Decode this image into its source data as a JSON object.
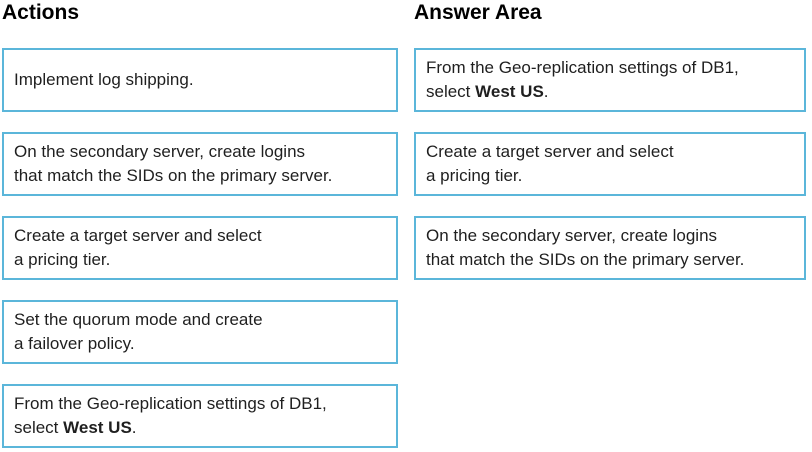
{
  "page": {
    "background_color": "#ffffff",
    "card_border_color": "#5bb6da",
    "text_color": "#1f1f1f",
    "title_color": "#000000"
  },
  "actions": {
    "title": "Actions",
    "cards": [
      {
        "name": "action-card-implement-log-shipping",
        "lines": [
          [
            {
              "text": "Implement log shipping."
            }
          ]
        ]
      },
      {
        "name": "action-card-create-logins",
        "lines": [
          [
            {
              "text": "On the secondary server, create logins"
            }
          ],
          [
            {
              "text": "that match the SIDs on the primary server."
            }
          ]
        ]
      },
      {
        "name": "action-card-create-target-server",
        "lines": [
          [
            {
              "text": "Create a target server and select"
            }
          ],
          [
            {
              "text": "a pricing tier."
            }
          ]
        ]
      },
      {
        "name": "action-card-set-quorum-mode",
        "lines": [
          [
            {
              "text": "Set the quorum mode and create"
            }
          ],
          [
            {
              "text": "a failover policy."
            }
          ]
        ]
      },
      {
        "name": "action-card-geo-replication",
        "lines": [
          [
            {
              "text": "From the Geo-replication settings of DB1,"
            }
          ],
          [
            {
              "text": "select "
            },
            {
              "text": "West US",
              "bold": true
            },
            {
              "text": "."
            }
          ]
        ]
      }
    ]
  },
  "answer_area": {
    "title": "Answer Area",
    "cards": [
      {
        "name": "answer-card-geo-replication",
        "lines": [
          [
            {
              "text": "From the Geo-replication settings of DB1,"
            }
          ],
          [
            {
              "text": "select "
            },
            {
              "text": "West US",
              "bold": true
            },
            {
              "text": "."
            }
          ]
        ]
      },
      {
        "name": "answer-card-create-target-server",
        "lines": [
          [
            {
              "text": "Create a target server and select"
            }
          ],
          [
            {
              "text": "a pricing tier."
            }
          ]
        ]
      },
      {
        "name": "answer-card-create-logins",
        "lines": [
          [
            {
              "text": "On the secondary server, create logins"
            }
          ],
          [
            {
              "text": "that match the SIDs on the primary server."
            }
          ]
        ]
      }
    ]
  }
}
